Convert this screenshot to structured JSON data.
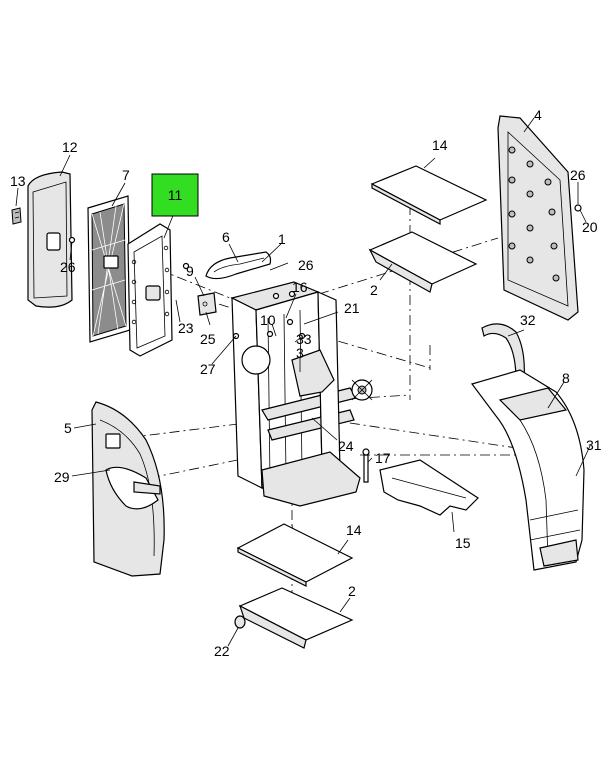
{
  "callouts": {
    "c1": "1",
    "c2a": "2",
    "c2b": "2",
    "c3": "3",
    "c4": "4",
    "c5": "5",
    "c6": "6",
    "c7": "7",
    "c8": "8",
    "c9": "9",
    "c10": "10",
    "c11": "11",
    "c12": "12",
    "c13": "13",
    "c14a": "14",
    "c14b": "14",
    "c15": "15",
    "c16": "16",
    "c17": "17",
    "c20": "20",
    "c21": "21",
    "c22": "22",
    "c23": "23",
    "c24": "24",
    "c25": "25",
    "c26a": "26",
    "c26b": "26",
    "c26c": "26",
    "c27": "27",
    "c29": "29",
    "c31": "31",
    "c32": "32",
    "c33": "33"
  },
  "colors": {
    "highlight": "#33dd22",
    "line": "#000000",
    "shade": "#e6e6e6"
  }
}
